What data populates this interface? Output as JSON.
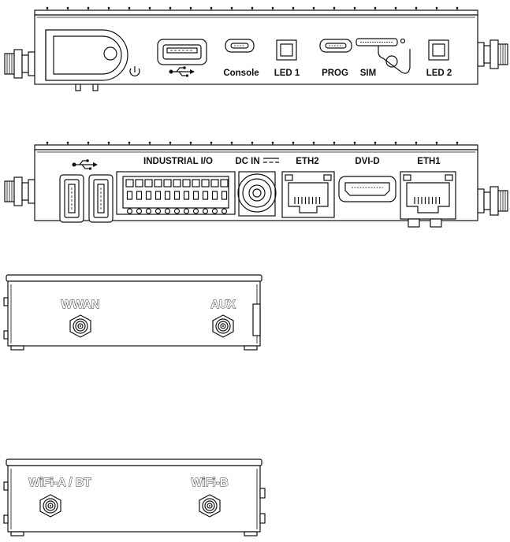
{
  "views": {
    "front": {
      "labels": {
        "console": "Console",
        "led1": "LED 1",
        "prog": "PROG",
        "sim": "SIM",
        "led2": "LED 2"
      }
    },
    "rear": {
      "labels": {
        "industrial_io": "INDUSTRIAL I/O",
        "dc_in": "DC IN",
        "eth2": "ETH2",
        "dvi_d": "DVI-D",
        "eth1": "ETH1"
      }
    },
    "side1": {
      "labels": {
        "wwan": "WWAN",
        "aux": "AUX"
      }
    },
    "side2": {
      "labels": {
        "wifi_a_bt": "WiFi-A / BT",
        "wifi_b": "WiFi-B"
      }
    }
  },
  "icons": {
    "front": [
      "power-icon",
      "usb-icon"
    ],
    "rear": [
      "usb-icon",
      "dc-polarity-icon"
    ]
  }
}
